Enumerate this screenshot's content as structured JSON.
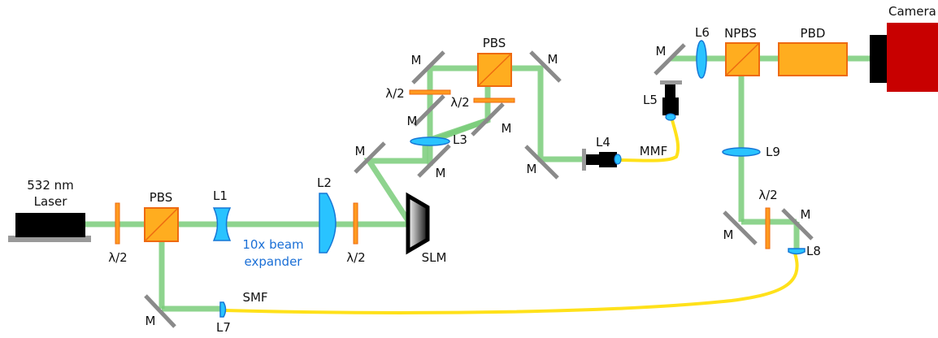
{
  "colors": {
    "beam": "#7acc7a",
    "fiber": "#ffe11a",
    "pbs_fill": "#ffad1f",
    "pbs_edge": "#ee6a10",
    "waveplate": "#ff9a1f",
    "lens_fill": "#29c3ff",
    "lens_edge": "#1677d6",
    "mirror": "#8a8a8a",
    "camera": "#c80000",
    "text_blue": "#1a6fd6"
  },
  "labels": {
    "laser_line1": "532 nm",
    "laser_line2": "Laser",
    "pbs1": "PBS",
    "l1": "L1",
    "l2": "L2",
    "hw1": "λ/2",
    "hw2": "λ/2",
    "expander_line1": "10x beam",
    "expander_line2": "expander",
    "slm": "SLM",
    "m_slm": "M",
    "m_slm2": "M",
    "l3": "L3",
    "m_ifl": "M",
    "m_ifl_top": "M",
    "hw3": "λ/2",
    "pbs2": "PBS",
    "hw4": "λ/2",
    "m_ifr": "M",
    "m_ifr_top": "M",
    "m_l4": "M",
    "l4": "L4",
    "mmf": "MMF",
    "l5": "L5",
    "m_l5": "M",
    "l6": "L6",
    "npbs": "NPBS",
    "pbd": "PBD",
    "camera": "Camera",
    "l9": "L9",
    "hw5": "λ/2",
    "m_right_bottom": "M",
    "m_right_top": "M",
    "l8": "L8",
    "m_bottom": "M",
    "l7": "L7",
    "smf": "SMF"
  }
}
